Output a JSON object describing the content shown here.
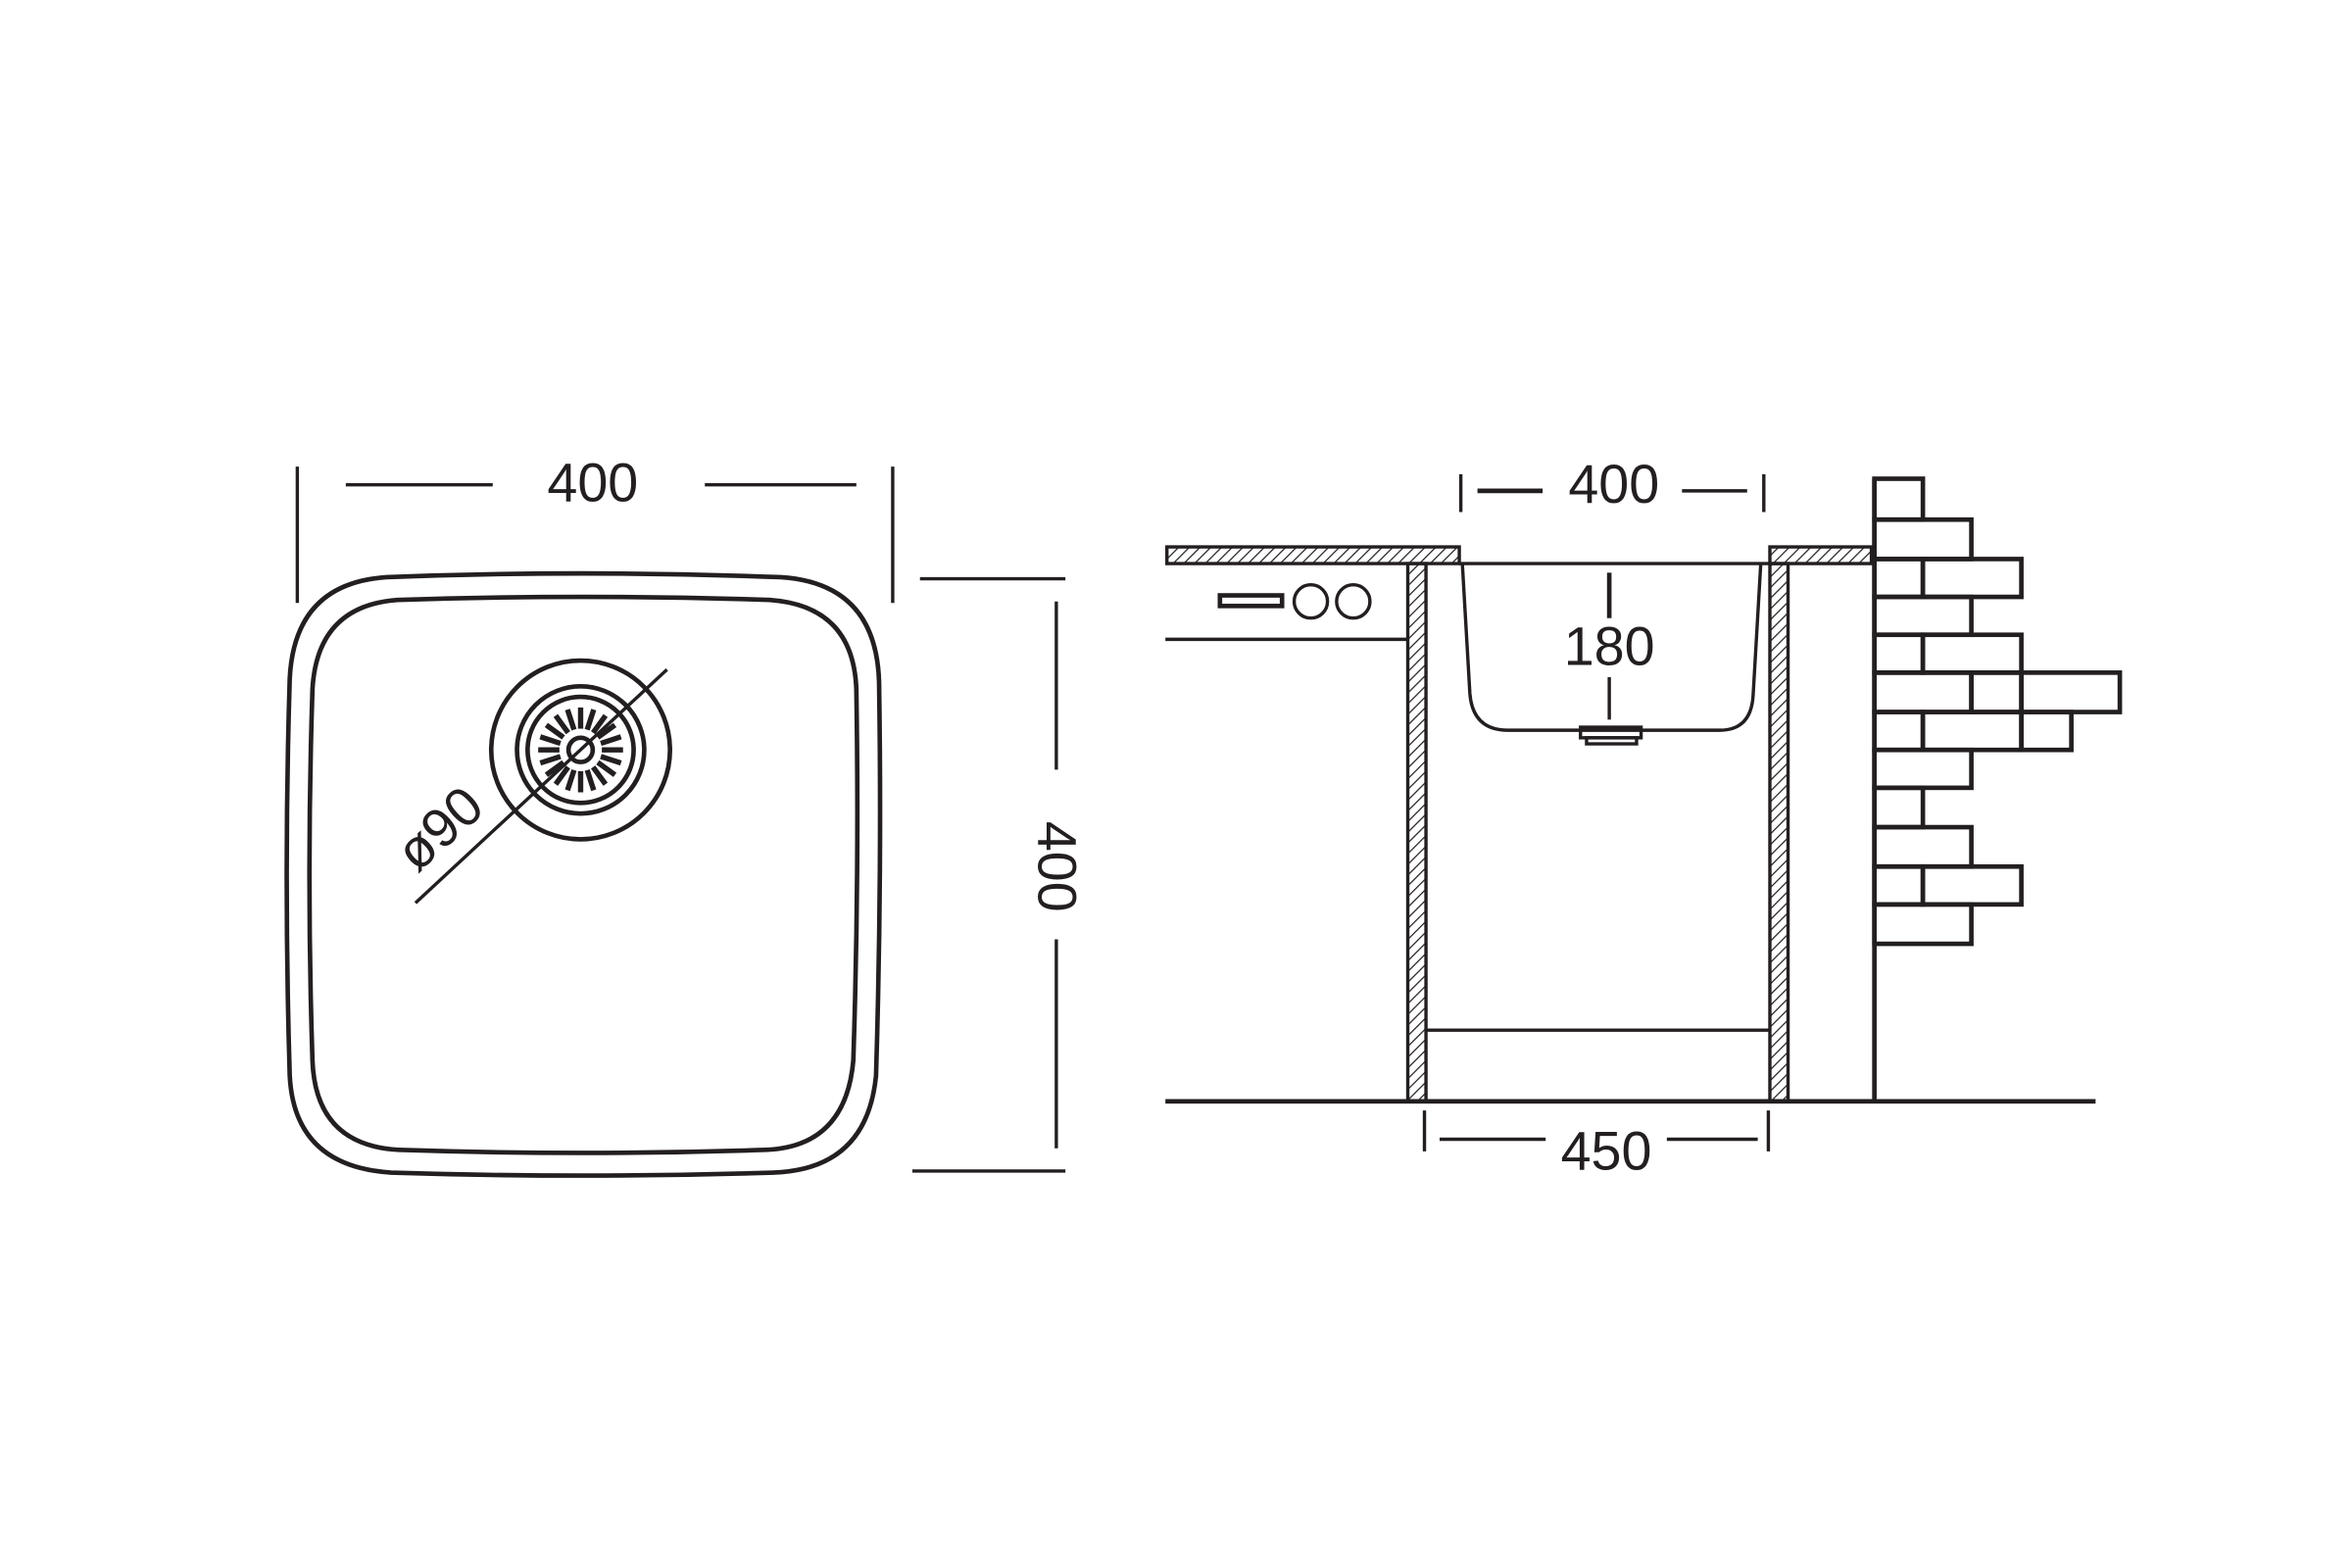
{
  "top_view": {
    "width_label": "400",
    "depth_label": "400",
    "drain_diameter_label": "ø90"
  },
  "side_view": {
    "sink_width_label": "400",
    "sink_depth_label": "180",
    "cabinet_width_label": "450"
  },
  "colors": {
    "line": "#231f20",
    "background": "#ffffff"
  }
}
